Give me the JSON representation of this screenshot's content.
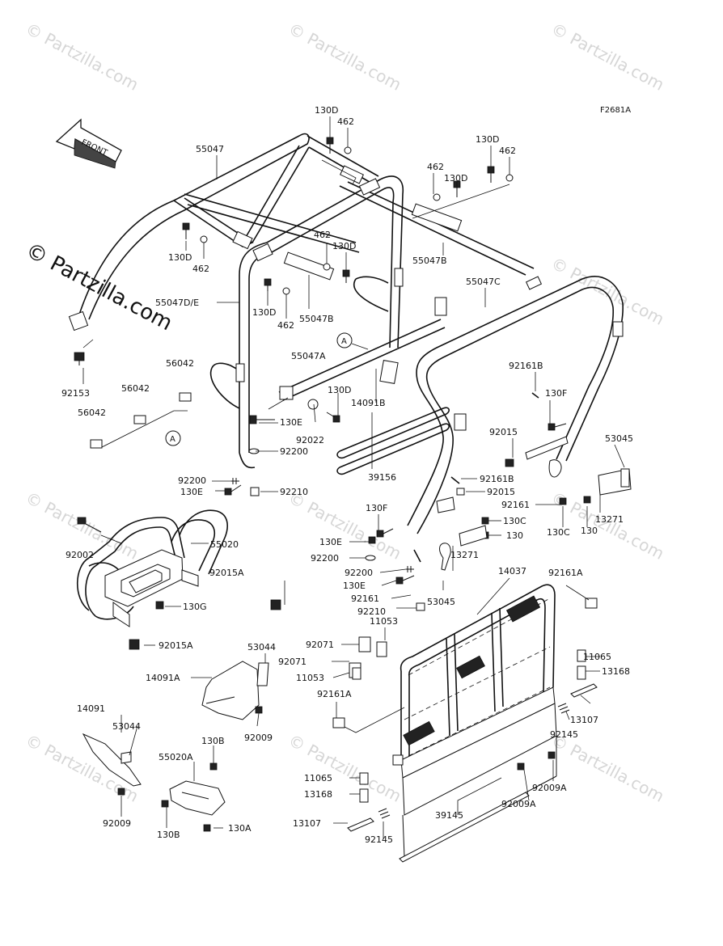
{
  "figure_code": "F2681A",
  "front_label": "FRONT",
  "watermark": "© Partzilla.com",
  "callout_marker": "A",
  "parts": {
    "p130d_a": "130D",
    "p462_a": "462",
    "p130d_b": "130D",
    "p462_b": "462",
    "p462_c": "462",
    "p130d_c": "130D",
    "p55047": "55047",
    "p130d_d": "130D",
    "p462_d": "462",
    "p462_e": "462",
    "p130d_e": "130D",
    "p55047b_a": "55047B",
    "p55047de": "55047D/E",
    "p130d_f": "130D",
    "p462_f": "462",
    "p55047b_b": "55047B",
    "p55047c": "55047C",
    "p55047a": "55047A",
    "p56042_a": "56042",
    "p56042_b": "56042",
    "p56042_c": "56042",
    "p92153": "92153",
    "p130d_g": "130D",
    "p14091b": "14091B",
    "p92161b_a": "92161B",
    "p130f_a": "130F",
    "p130e_a": "130E",
    "p92022": "92022",
    "p92200_a": "92200",
    "p92015_a": "92015",
    "p53045_a": "53045",
    "p39156": "39156",
    "p92200_b": "92200",
    "p130e_b": "130E",
    "p92210_a": "92210",
    "p92161b_b": "92161B",
    "p92015_b": "92015",
    "p92161": "92161",
    "p130c_a": "130C",
    "p130_a": "130",
    "p130c_b": "130C",
    "p130_b": "130",
    "p13271_a": "13271",
    "p130f_b": "130F",
    "p92002": "92002",
    "p55020": "55020",
    "p130e_c": "130E",
    "p92200_c": "92200",
    "p13271_b": "13271",
    "p92015a_a": "92015A",
    "p92200_d": "92200",
    "p130e_d": "130E",
    "p92161_b": "92161",
    "p53045_b": "53045",
    "p14037": "14037",
    "p92161a_a": "92161A",
    "p130g": "130G",
    "p92210_b": "92210",
    "p11053_a": "11053",
    "p92015a_b": "92015A",
    "p92071_a": "92071",
    "p92071_b": "92071",
    "p53044_a": "53044",
    "p14091a": "14091A",
    "p11053_b": "11053",
    "p11065_a": "11065",
    "p13168_a": "13168",
    "p92161a_b": "92161A",
    "p13107_a": "13107",
    "p14091": "14091",
    "p53044_b": "53044",
    "p92009_a": "92009",
    "p130b_a": "130B",
    "p55020a": "55020A",
    "p92145_a": "92145",
    "p92009a_a": "92009A",
    "p92009a_b": "92009A",
    "p11065_b": "11065",
    "p13168_b": "13168",
    "p39145": "39145",
    "p92009_b": "92009",
    "p130b_b": "130B",
    "p130a": "130A",
    "p13107_b": "13107",
    "p92145_b": "92145"
  }
}
